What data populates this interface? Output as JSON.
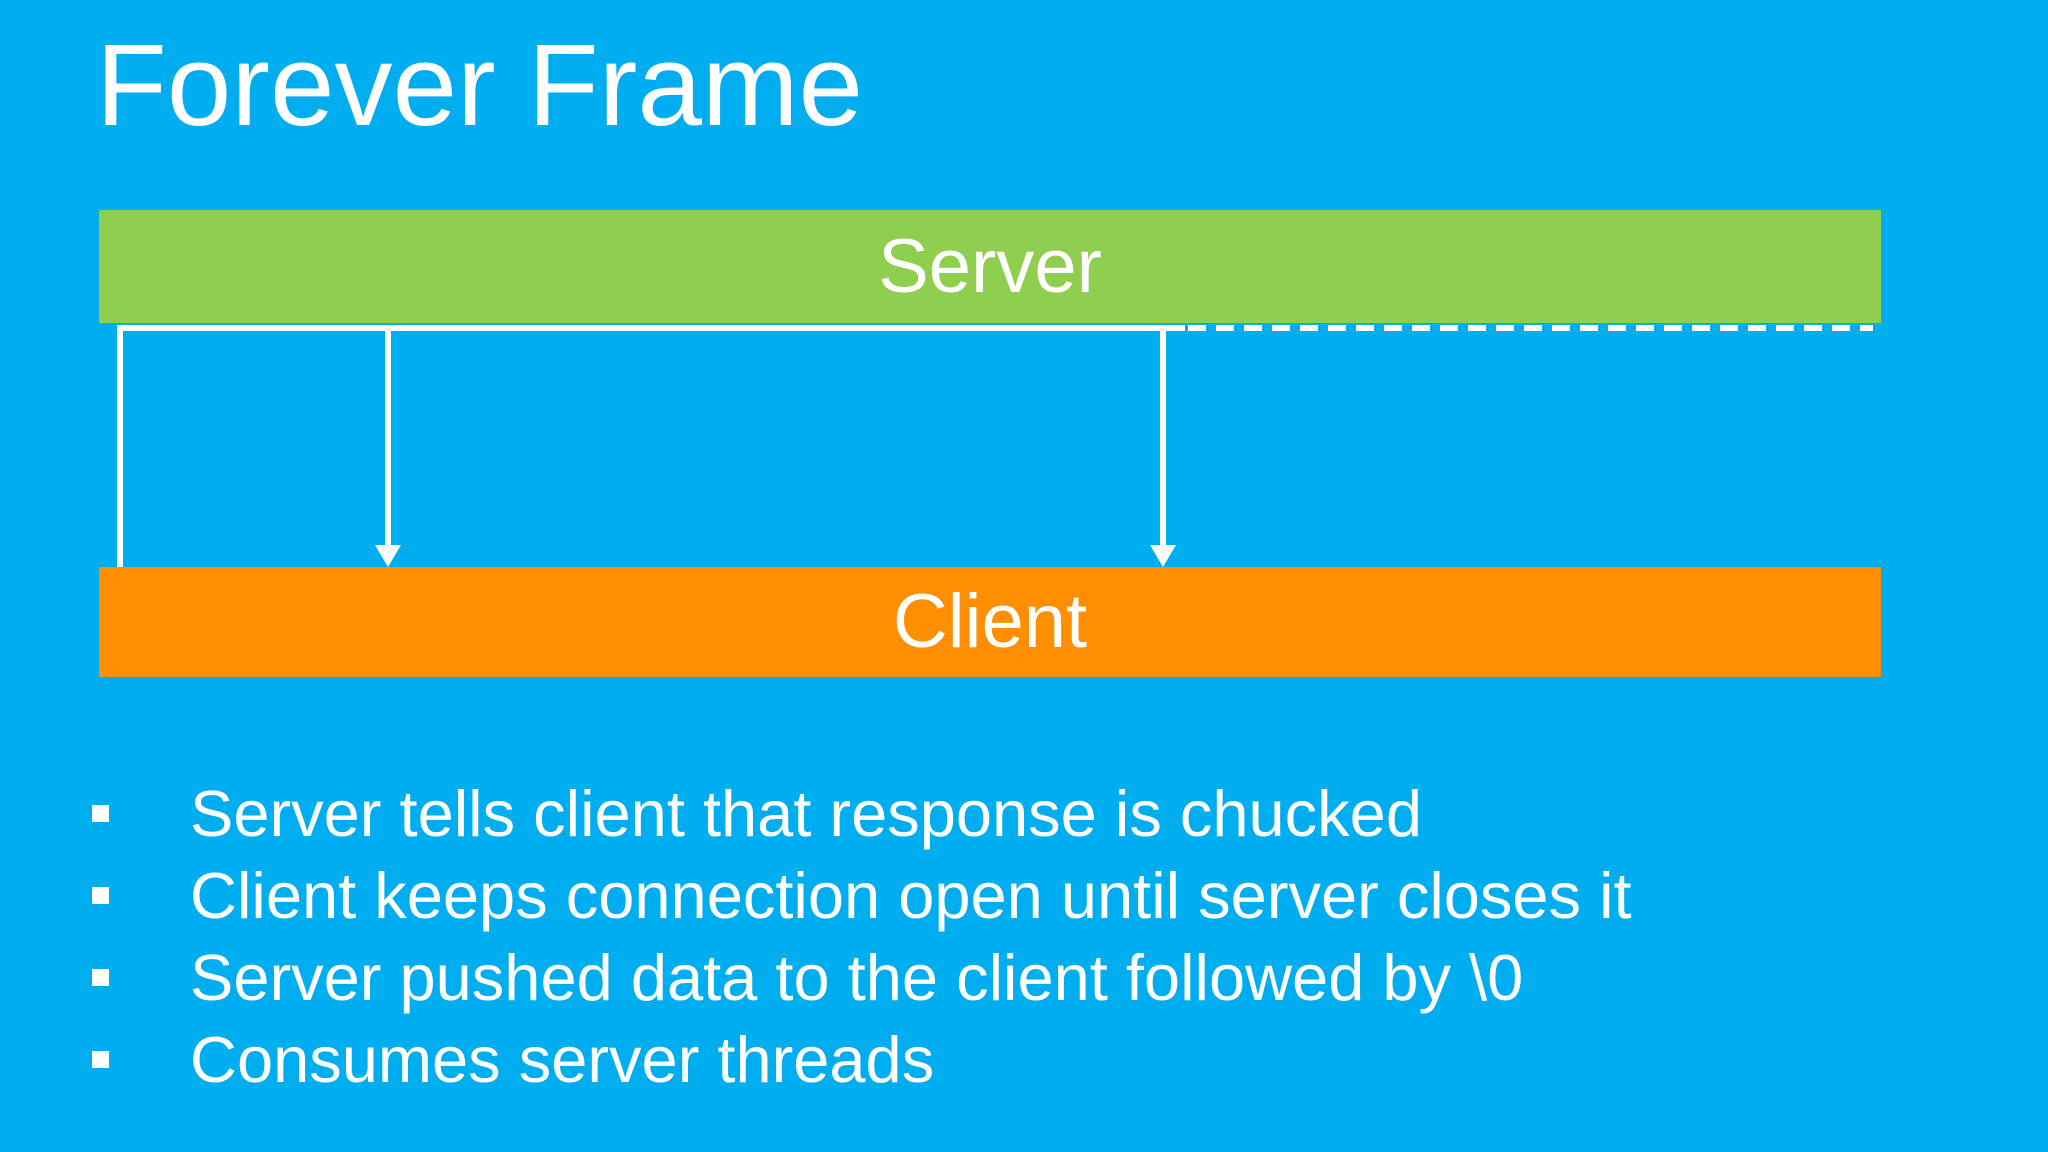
{
  "title": "Forever Frame",
  "colors": {
    "background": "#00AEEF",
    "server_bar": "#90CE50",
    "client_bar": "#FF8F00",
    "text": "#FFFFFF"
  },
  "diagram": {
    "server_label": "Server",
    "client_label": "Client",
    "bullet_marker_icon": "small-white-square",
    "arrow_color": "#FFFFFF"
  },
  "bullets": [
    "Server tells client that response is chucked",
    "Client keeps connection open until server closes it",
    "Server pushed data to the client followed by \\0",
    "Consumes server threads"
  ]
}
